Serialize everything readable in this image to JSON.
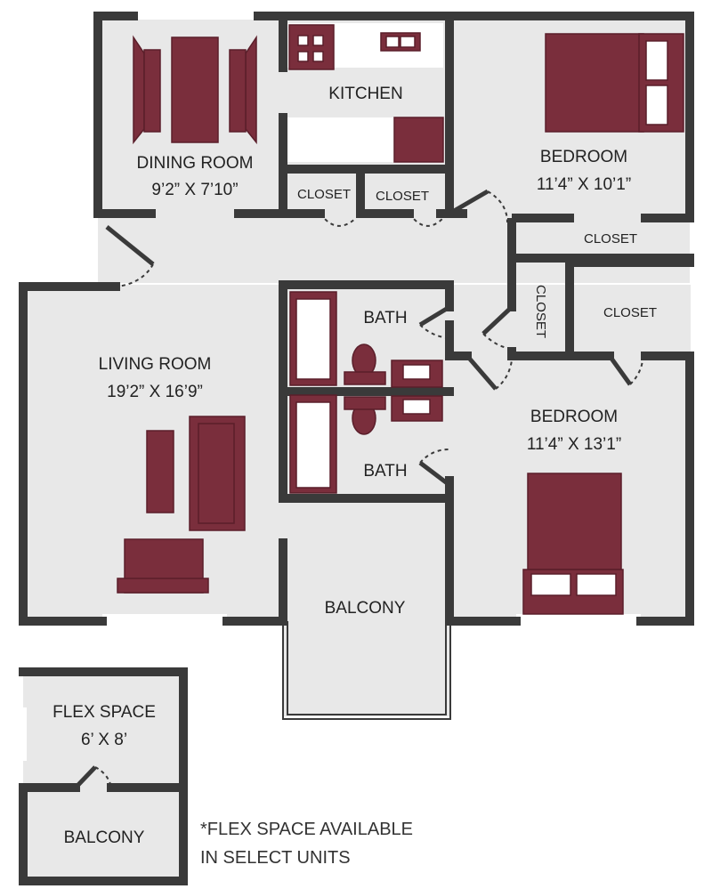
{
  "rooms": {
    "dining": {
      "name": "DINING ROOM",
      "size": "9’2” X 7’10”"
    },
    "kitchen": {
      "name": "KITCHEN"
    },
    "closet_k1": {
      "name": "CLOSET"
    },
    "closet_k2": {
      "name": "CLOSET"
    },
    "bedroom1": {
      "name": "BEDROOM",
      "size": "11’4” X 10’1”"
    },
    "closet_b1": {
      "name": "CLOSET"
    },
    "closet_vert": {
      "name": "CLOSET"
    },
    "closet_b2": {
      "name": "CLOSET"
    },
    "living": {
      "name": "LIVING ROOM",
      "size": "19’2” X 16’9”"
    },
    "bath1": {
      "name": "BATH"
    },
    "bath2": {
      "name": "BATH"
    },
    "bedroom2": {
      "name": "BEDROOM",
      "size": "11’4” X 13’1”"
    },
    "balcony_main": {
      "name": "BALCONY"
    },
    "flex": {
      "name": "FLEX SPACE",
      "size": "6’ X 8’"
    },
    "balcony_flex": {
      "name": "BALCONY"
    }
  },
  "note": {
    "line1": "*FLEX SPACE AVAILABLE",
    "line2": "IN SELECT UNITS"
  },
  "colors": {
    "wall": "#3a3a3a",
    "floor": "#e8e8e8",
    "furniture": "#7a2e3c"
  }
}
